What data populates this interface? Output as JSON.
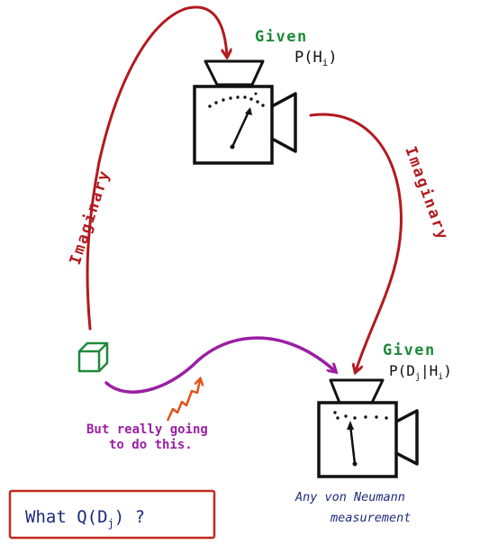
{
  "colors": {
    "ink": "#111111",
    "red_arrow": "#b3191f",
    "purple_arrow": "#9b1fa3",
    "orange_arrow": "#e2521a",
    "green": "#1f8a3a",
    "navy": "#1e2a7a",
    "box_border": "#c1281f"
  },
  "icons": {
    "top_meter": "measurement-device-icon",
    "bottom_meter": "measurement-device-icon",
    "cube": "cube-icon"
  },
  "top_device": {
    "given_label": "Given",
    "formula_main": "P(H",
    "formula_sub": "i",
    "formula_close": ")"
  },
  "bottom_device": {
    "given_label": "Given",
    "formula_main": "P(D",
    "formula_sub": "j",
    "formula_mid": "|H",
    "formula_sub2": "i",
    "formula_close": ")",
    "caption_line1": "Any von Neumann",
    "caption_line2": "measurement"
  },
  "arrows": {
    "left_label": "Imaginary",
    "right_label": "Imaginary"
  },
  "note": {
    "line1": "But really going",
    "line2": "to do this."
  },
  "question_box": {
    "text_before": "What Q(D",
    "text_sub": "j",
    "text_after": ") ?"
  }
}
